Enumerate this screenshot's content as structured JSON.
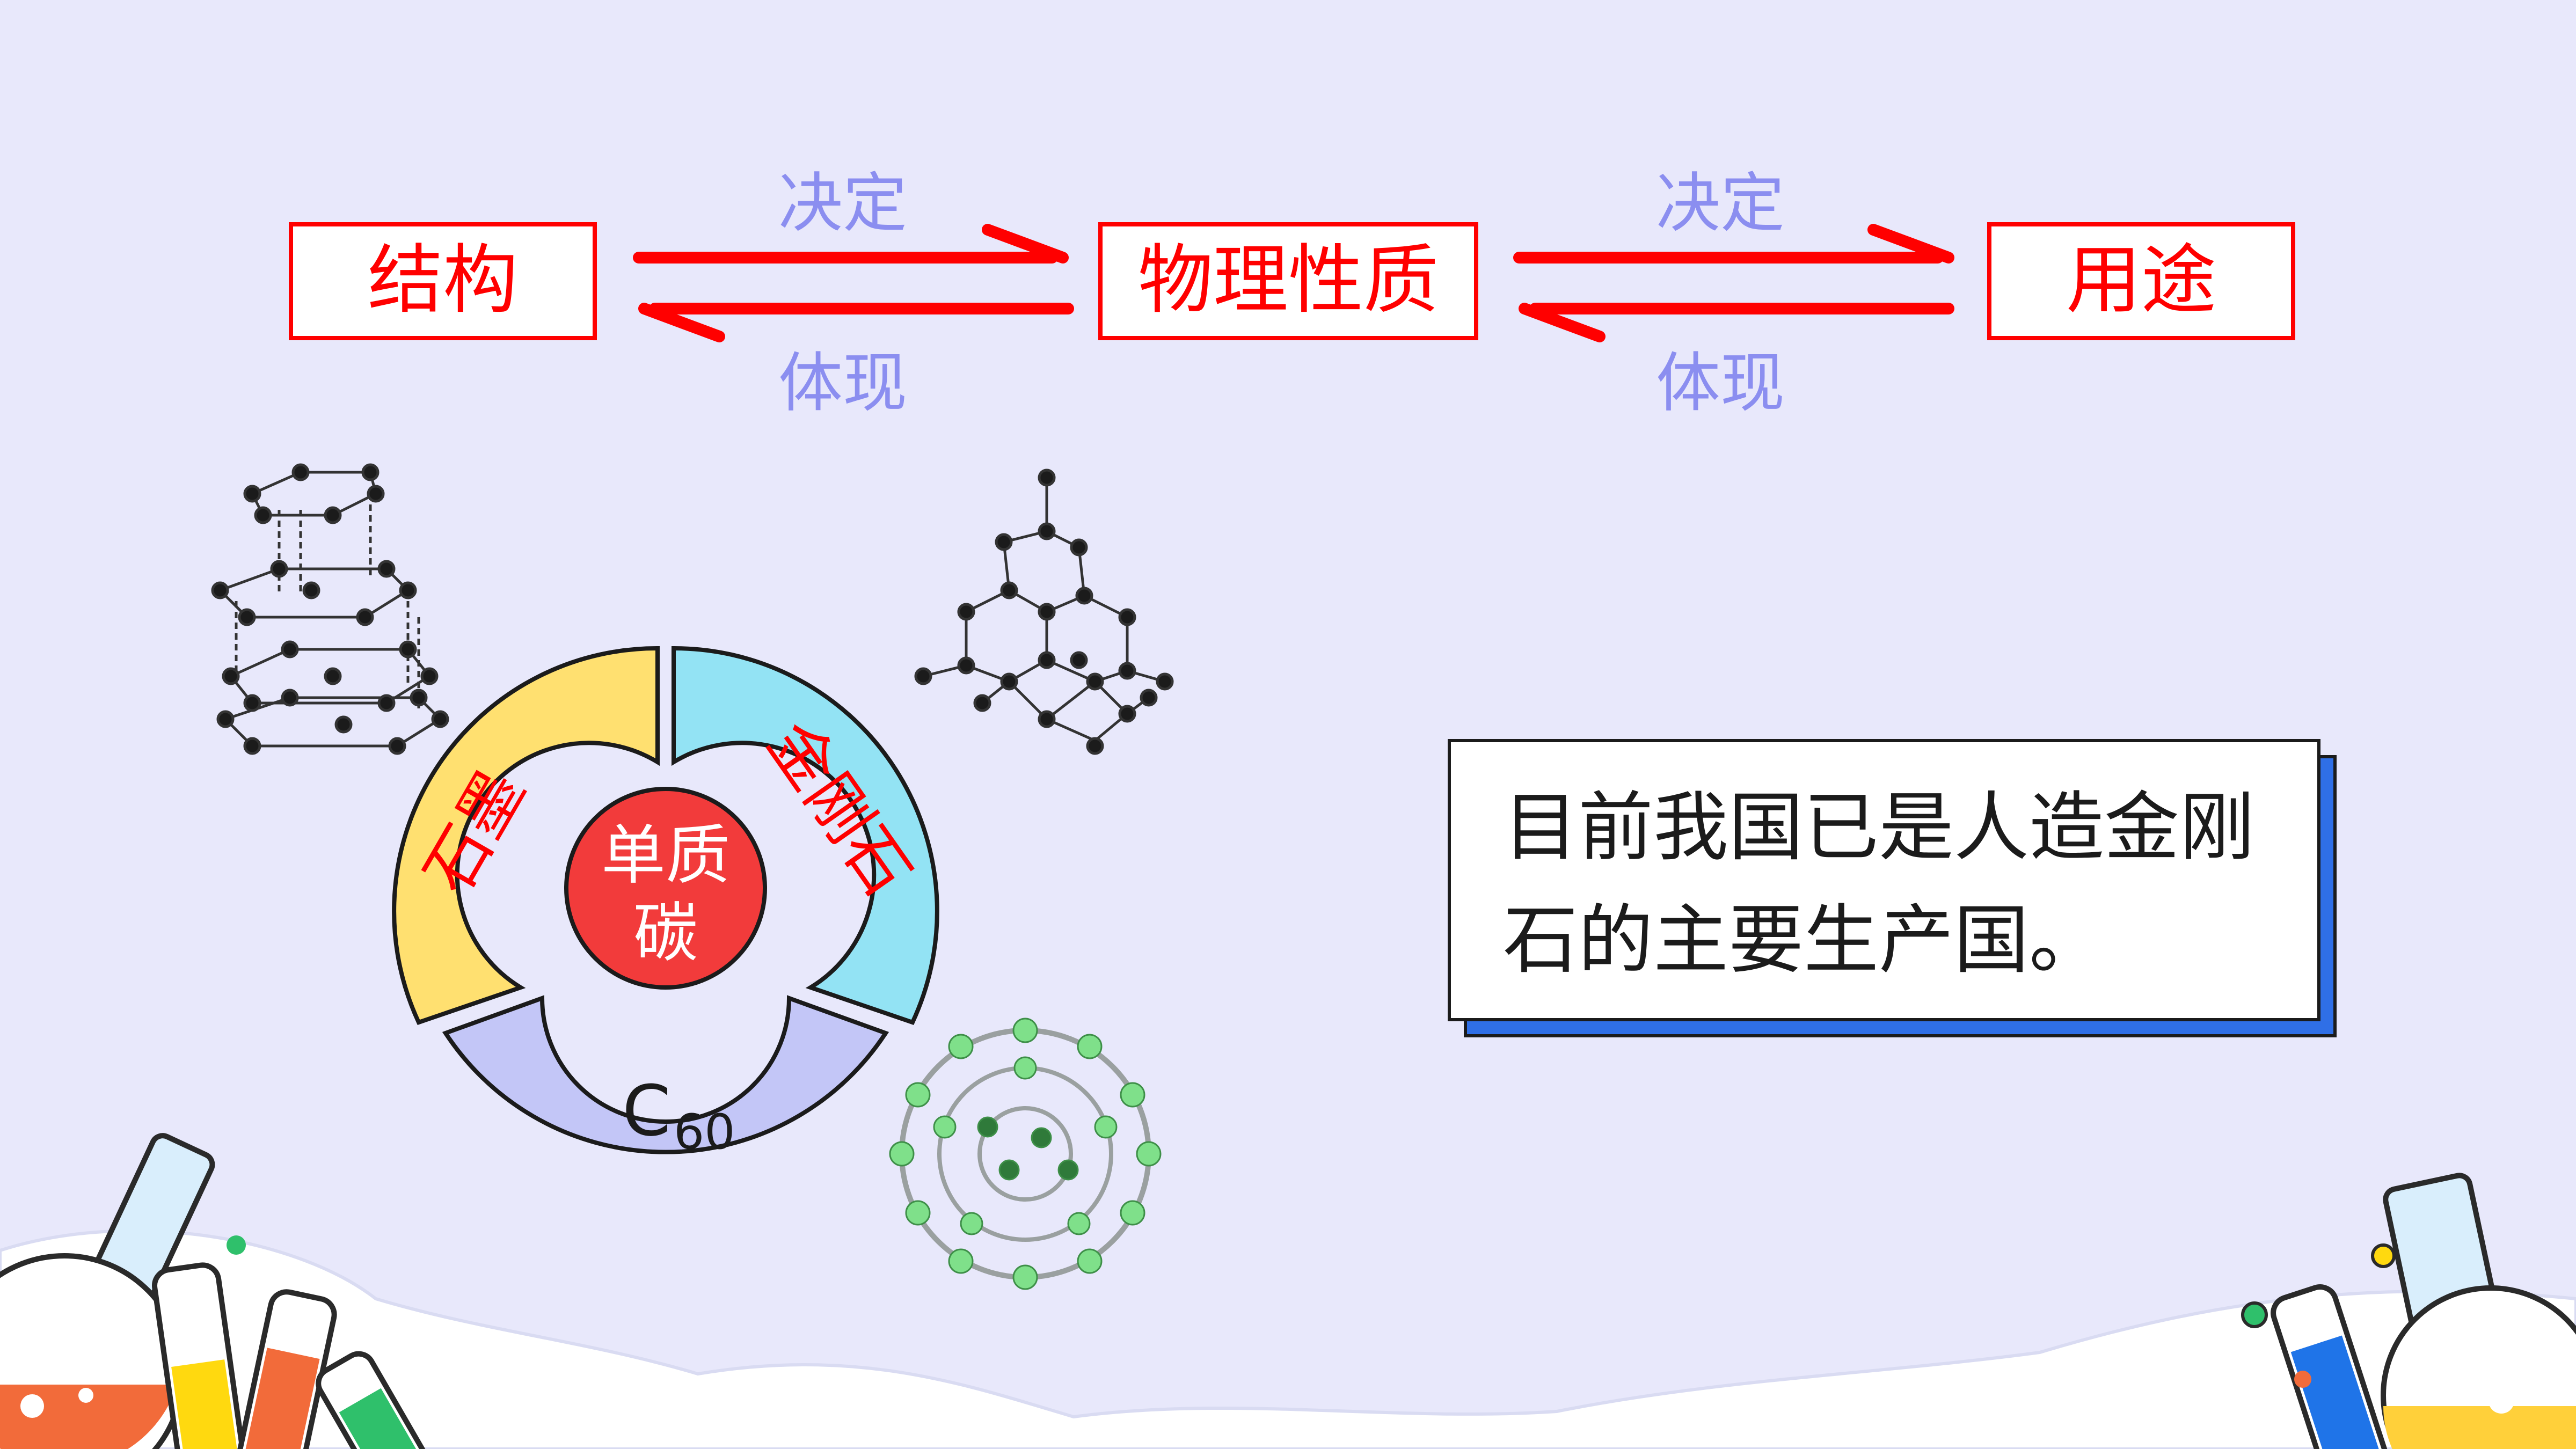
{
  "flow": {
    "box_structure": "结构",
    "box_property": "物理性质",
    "box_use": "用途",
    "arrow1_top": "决定",
    "arrow1_bottom": "体现",
    "arrow2_top": "决定",
    "arrow2_bottom": "体现"
  },
  "ring": {
    "center_line1": "单质",
    "center_line2": "碳",
    "seg_graphite": "石墨",
    "seg_diamond": "金刚石",
    "seg_c60_main": "C",
    "seg_c60_sub": "60"
  },
  "note": {
    "line1": "目前我国已是人造金刚",
    "line2": "石的主要生产国。"
  },
  "colors": {
    "red": "#ff0000",
    "blue_text": "#8b8ef0",
    "graphite": "#ffe070",
    "diamond": "#93e3f4",
    "c60": "#c3c6f7",
    "center": "#f23b3b",
    "shadow_blue": "#2f6fe6"
  }
}
